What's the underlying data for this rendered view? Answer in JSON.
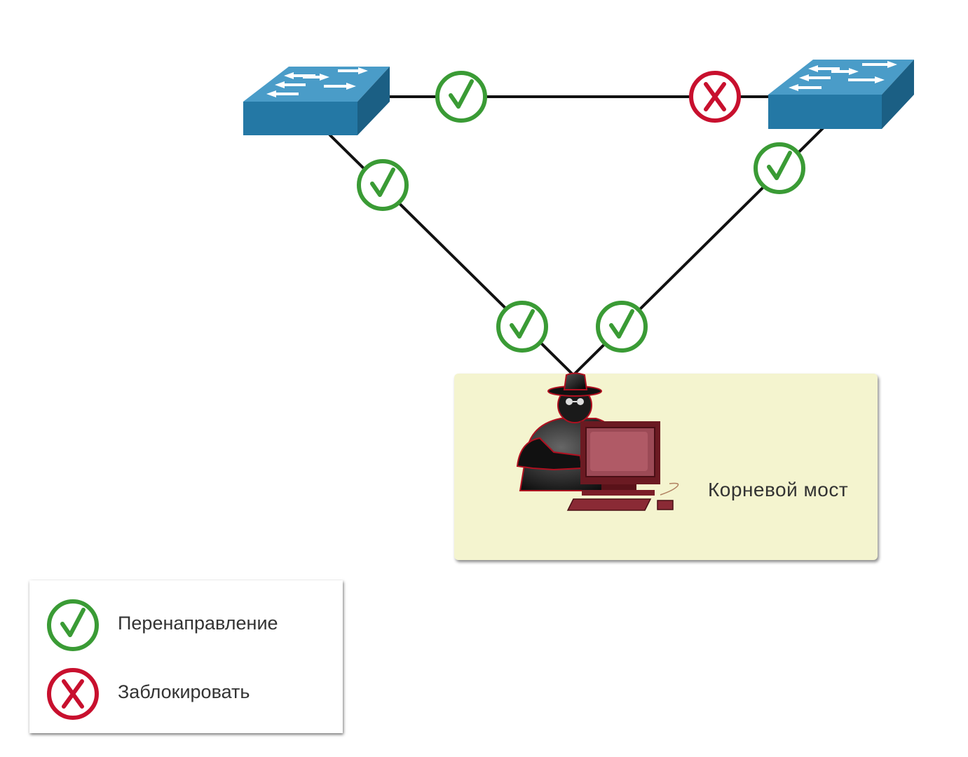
{
  "root_bridge": {
    "label": "Корневой мост"
  },
  "legend": {
    "items": [
      {
        "icon": "check-icon",
        "label": "Перенаправление",
        "color": "#3a9b35"
      },
      {
        "icon": "x-icon",
        "label": "Заблокировать",
        "color": "#c8102e"
      }
    ]
  },
  "links": [
    {
      "name": "left-switch-to-right-switch",
      "ports": [
        "forwarding",
        "blocking"
      ]
    },
    {
      "name": "left-switch-to-attacker",
      "ports": [
        "forwarding",
        "forwarding"
      ]
    },
    {
      "name": "right-switch-to-attacker",
      "ports": [
        "forwarding",
        "forwarding"
      ]
    }
  ],
  "colors": {
    "forwarding": "#3a9b35",
    "blocking": "#c8102e",
    "switch": "#2a7ca8",
    "root_bridge_bg": "#f4f4cf",
    "attacker_pc": "#8b2a35"
  }
}
